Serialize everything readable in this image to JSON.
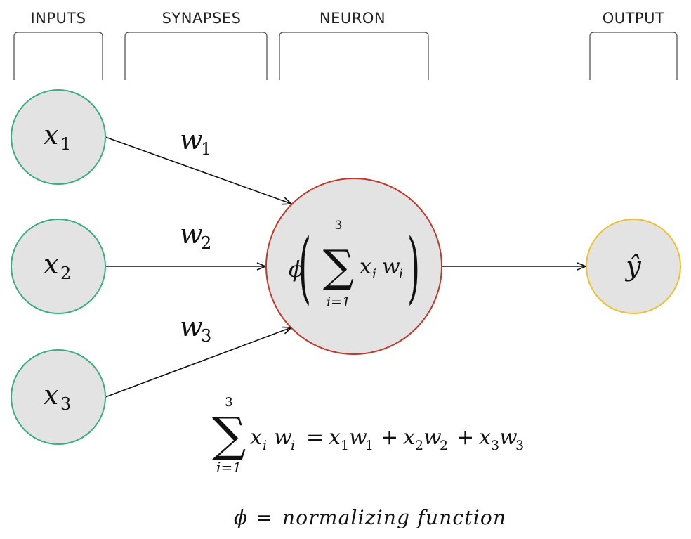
{
  "headers": {
    "inputs": "INPUTS",
    "synapses": "SYNAPSES",
    "neuron": "NEURON",
    "output": "OUTPUT"
  },
  "inputs": [
    {
      "var": "x",
      "sub": "1"
    },
    {
      "var": "x",
      "sub": "2"
    },
    {
      "var": "x",
      "sub": "3"
    }
  ],
  "weights": [
    {
      "var": "w",
      "sub": "1"
    },
    {
      "var": "w",
      "sub": "2"
    },
    {
      "var": "w",
      "sub": "3"
    }
  ],
  "neuron": {
    "phi": "ϕ",
    "sum_symbol": "∑",
    "sum_upper": "3",
    "sum_lower": "i=1",
    "term_x": "x",
    "term_x_sub": "i",
    "term_w": "w",
    "term_w_sub": "i",
    "paren_open": "(",
    "paren_close": ")"
  },
  "output": {
    "label": "ŷ"
  },
  "formula": {
    "sum_symbol": "∑",
    "upper": "3",
    "lower": "i=1",
    "lhs_x": "x",
    "lhs_x_sub": "i",
    "lhs_w": "w",
    "lhs_w_sub": "i",
    "equals": "=",
    "terms": [
      {
        "x": "x",
        "xs": "1",
        "w": "w",
        "ws": "1"
      },
      {
        "x": "x",
        "xs": "2",
        "w": "w",
        "ws": "2"
      },
      {
        "x": "x",
        "xs": "3",
        "w": "w",
        "ws": "3"
      }
    ],
    "plus": "+"
  },
  "definition": {
    "phi": "ϕ",
    "equals": "=",
    "text": "normalizing function"
  },
  "colors": {
    "input_stroke": "#3aae7e",
    "neuron_stroke": "#c0392b",
    "output_stroke": "#f0c030",
    "node_fill": "#e3e3e3",
    "bracket": "#555555"
  }
}
